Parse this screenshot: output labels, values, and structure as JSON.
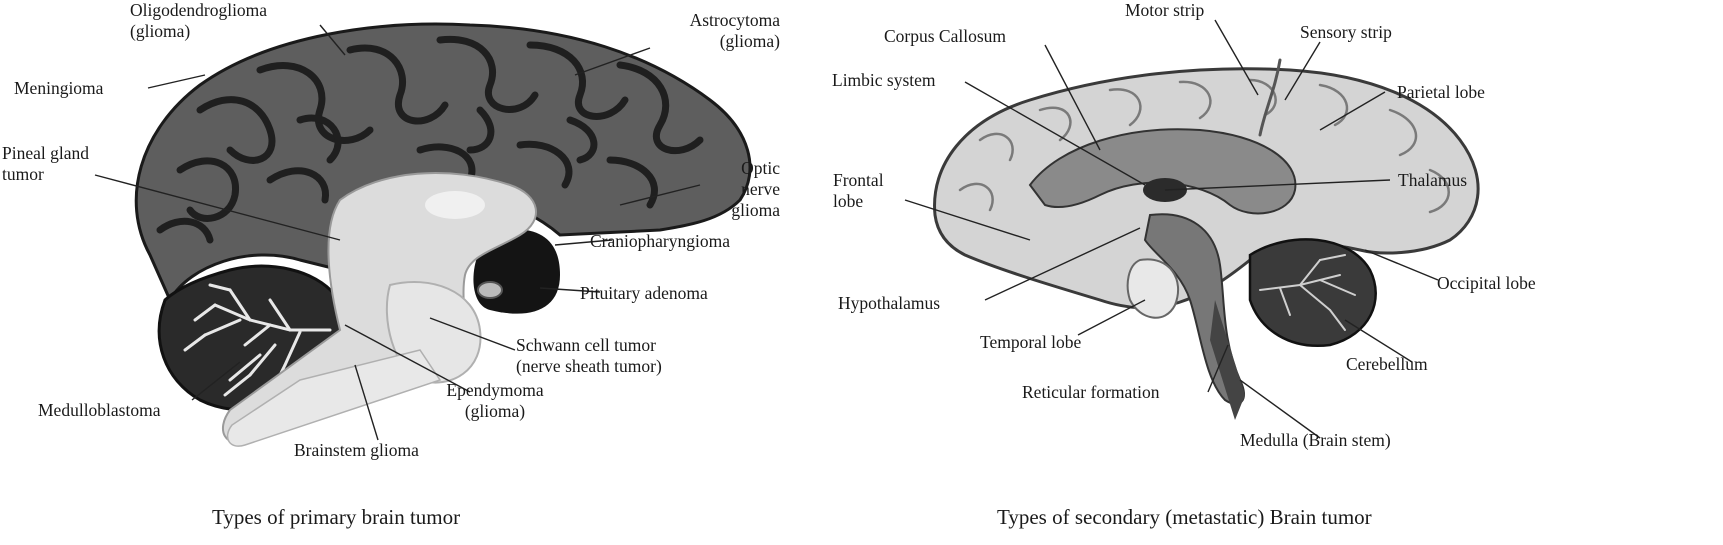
{
  "colors": {
    "cortex_dark": "#5e5e5e",
    "sulci_dark": "#1f1f1f",
    "cortex_light": "#d4d4d4",
    "deep_black": "#141414",
    "brainstem_light": "#e0e0e0"
  },
  "primary": {
    "caption": "Types of primary brain tumor",
    "labels": {
      "oligodendroglioma": [
        "Oligodendroglioma",
        "(glioma)"
      ],
      "astrocytoma": [
        "Astrocytoma",
        "(glioma)"
      ],
      "meningioma": [
        "Meningioma"
      ],
      "pineal": [
        "Pineal gland",
        "tumor"
      ],
      "optic": [
        "Optic",
        "nerve",
        "glioma"
      ],
      "cranio": [
        "Craniopharyngioma"
      ],
      "pituitary": [
        "Pituitary adenoma"
      ],
      "schwann": [
        "Schwann cell tumor",
        "(nerve sheath tumor)"
      ],
      "ependymoma": [
        "Ependymoma",
        "(glioma)"
      ],
      "medulloblastoma": [
        "Medulloblastoma"
      ],
      "brainstem": [
        "Brainstem glioma"
      ]
    }
  },
  "secondary": {
    "caption": "Types of secondary (metastatic) Brain tumor",
    "labels": {
      "motor": [
        "Motor strip"
      ],
      "sensory": [
        "Sensory strip"
      ],
      "corpus": [
        "Corpus Callosum"
      ],
      "limbic": [
        "Limbic system"
      ],
      "parietal": [
        "Parietal lobe"
      ],
      "frontal": [
        "Frontal",
        "lobe"
      ],
      "thalamus": [
        "Thalamus"
      ],
      "occipital": [
        "Occipital lobe"
      ],
      "hypothalamus": [
        "Hypothalamus"
      ],
      "temporal": [
        "Temporal lobe"
      ],
      "cerebellum": [
        "Cerebellum"
      ],
      "reticular": [
        "Reticular formation"
      ],
      "medulla": [
        "Medulla (Brain stem)"
      ]
    }
  }
}
